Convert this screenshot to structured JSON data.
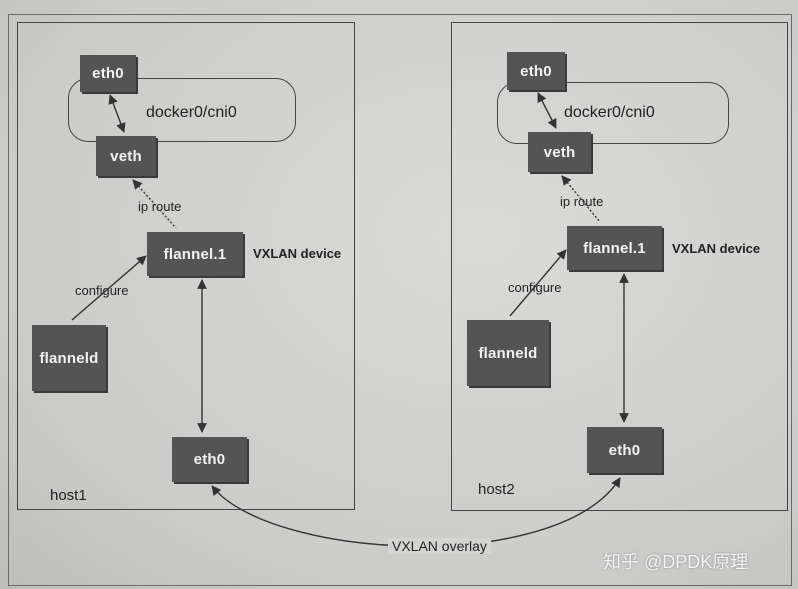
{
  "host1": {
    "label": "host1",
    "eth0_top": "eth0",
    "bridge": "docker0/cni0",
    "veth": "veth",
    "ip_route": "ip route",
    "flannel": "flannel.1",
    "vxlan_device": "VXLAN device",
    "configure": "configure",
    "flanneld": "flanneld",
    "eth0_bottom": "eth0"
  },
  "host2": {
    "label": "host2",
    "eth0_top": "eth0",
    "bridge": "docker0/cni0",
    "veth": "veth",
    "ip_route": "ip route",
    "flannel": "flannel.1",
    "vxlan_device": "VXLAN device",
    "configure": "configure",
    "flanneld": "flanneld",
    "eth0_bottom": "eth0"
  },
  "overlay_label": "VXLAN overlay",
  "watermark": "知乎 @DPDK原理"
}
